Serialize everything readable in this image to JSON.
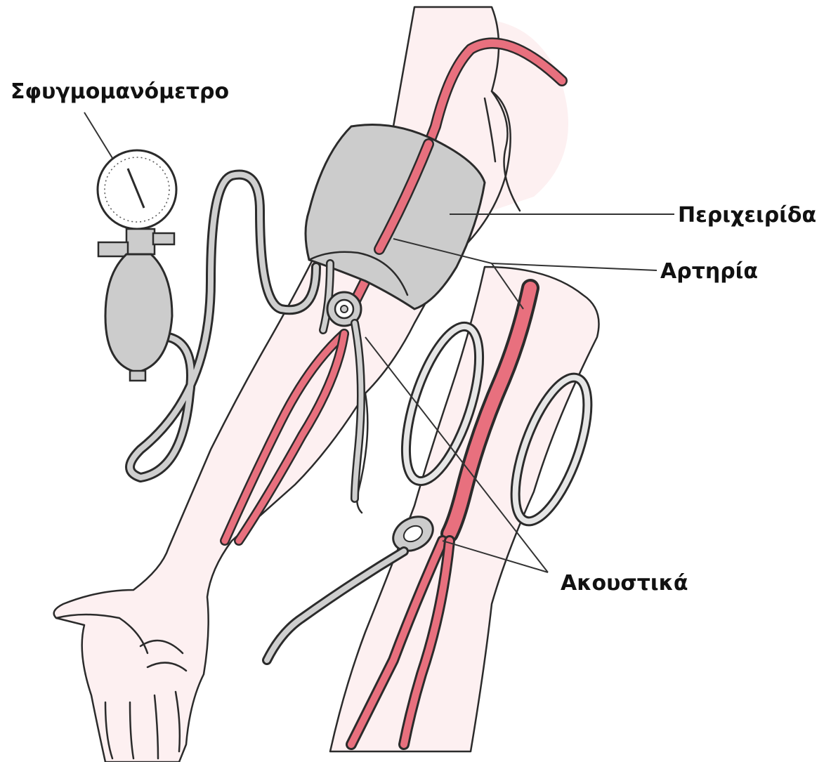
{
  "labels": {
    "sphygmomanometer": "Σφυγμομανόμετρο",
    "cuff": "Περιχειρίδα",
    "artery": "Αρτηρία",
    "sounds": "Ακουστικά"
  },
  "colors": {
    "skin": "#fdf0f1",
    "artery": "#e8707e",
    "cuff": "#cccccc",
    "tube": "#bdbdbd",
    "outline": "#2b2b2b"
  },
  "icons": {
    "gauge": "pressure-gauge-icon",
    "bulb": "inflation-bulb-icon",
    "stethoscope": "stethoscope-icon"
  }
}
